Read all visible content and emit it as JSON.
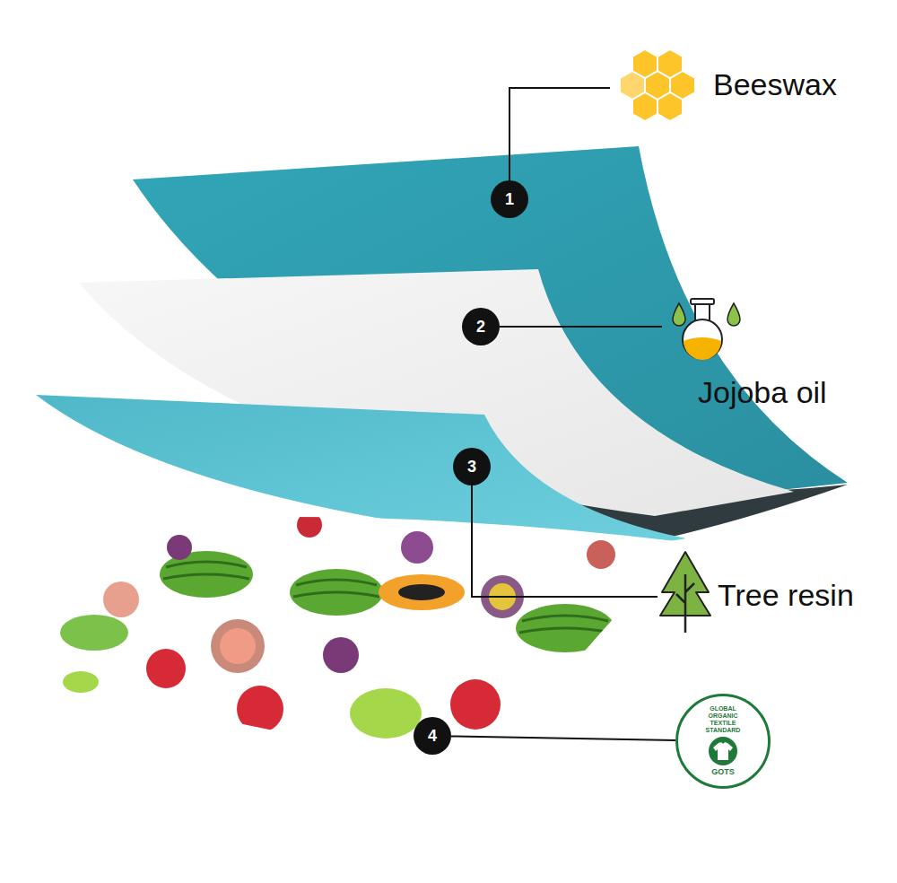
{
  "diagram": {
    "nodes": [
      {
        "text": [
          "1"
        ]
      },
      {
        "text": [
          "2"
        ]
      },
      {
        "text": [
          "3"
        ]
      },
      {
        "text": [
          "4"
        ]
      },
      {
        "text": [
          "GLOBAL ORGANIC TEXTILE STANDARD",
          "GOTS"
        ]
      }
    ],
    "edges": [
      {
        "from": 3,
        "to": 4,
        "arrow": "none"
      }
    ],
    "labels": [
      "Beeswax",
      "Jojoba oil",
      "Tree resin"
    ]
  }
}
